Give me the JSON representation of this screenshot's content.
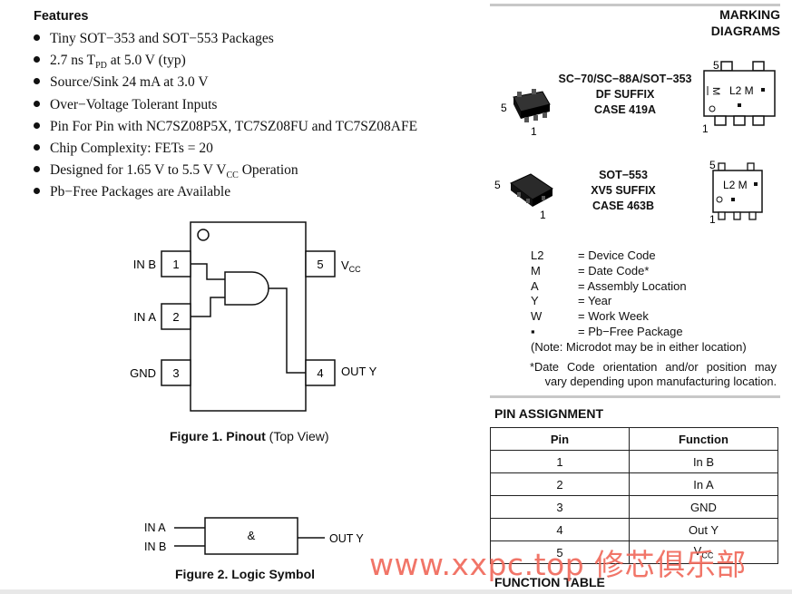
{
  "features": {
    "heading": "Features",
    "items": [
      [
        "Tiny SOT−353 and SOT−553 Packages",
        "",
        "",
        ""
      ],
      [
        "2.7 ns T",
        "PD",
        " at 5.0 V (typ)",
        ""
      ],
      [
        "Source/Sink 24 mA at 3.0 V",
        "",
        "",
        ""
      ],
      [
        "Over−Voltage Tolerant Inputs",
        "",
        "",
        ""
      ],
      [
        "Pin For Pin with NC7SZ08P5X, TC7SZ08FU and TC7SZ08AFE",
        "",
        "",
        ""
      ],
      [
        "Chip Complexity: FETs = 20",
        "",
        "",
        ""
      ],
      [
        "Designed for 1.65 V to 5.5 V V",
        "CC",
        " Operation",
        ""
      ],
      [
        "Pb−Free Packages are Available",
        "",
        "",
        ""
      ]
    ]
  },
  "pinout": {
    "pins": [
      {
        "num": "1",
        "name": "IN B"
      },
      {
        "num": "2",
        "name": "IN A"
      },
      {
        "num": "3",
        "name": "GND"
      },
      {
        "num": "4",
        "name": "OUT Y"
      },
      {
        "num": "5",
        "name_main": "V",
        "name_sub": "CC"
      }
    ],
    "caption_bold": "Figure 1. Pinout",
    "caption_rest": " (Top View)"
  },
  "logic_symbol": {
    "in_a": "IN A",
    "in_b": "IN B",
    "gate": "&",
    "out": "OUT Y",
    "caption": "Figure 2. Logic Symbol"
  },
  "marking": {
    "title_line1": "MARKING",
    "title_line2": "DIAGRAMS",
    "pkg1": {
      "line1": "SC−70/SC−88A/SOT−353",
      "line2": "DF SUFFIX",
      "line3": "CASE 419A",
      "pin5": "5",
      "pin1": "1",
      "mark": "L2 M",
      "diagram_pin5": "5",
      "diagram_pin1": "1",
      "vertical_mark": "M"
    },
    "pkg2": {
      "line1": "SOT−553",
      "line2": "XV5 SUFFIX",
      "line3": "CASE 463B",
      "pin5": "5",
      "pin1": "1",
      "mark": "L2 M",
      "diagram_pin5": "5",
      "diagram_pin1": "1"
    },
    "legend": [
      {
        "code": "L2",
        "desc": "= Device Code"
      },
      {
        "code": "M",
        "desc": "= Date Code*"
      },
      {
        "code": "A",
        "desc": "= Assembly Location"
      },
      {
        "code": "Y",
        "desc": "= Year"
      },
      {
        "code": "W",
        "desc": "= Work Week"
      },
      {
        "code": "▪",
        "desc": "= Pb−Free Package"
      }
    ],
    "note": "(Note: Microdot may be in either location)",
    "footnote_line1": "*Date Code orientation and/or position may",
    "footnote_line2": "vary depending upon manufacturing location."
  },
  "pin_assignment": {
    "title": "PIN ASSIGNMENT",
    "headers": [
      "Pin",
      "Function"
    ],
    "rows": [
      [
        "1",
        "In B"
      ],
      [
        "2",
        "In A"
      ],
      [
        "3",
        "GND"
      ],
      [
        "4",
        "Out Y"
      ],
      [
        "5",
        "V",
        "CC"
      ]
    ]
  },
  "function_table": {
    "title": "FUNCTION TABLE"
  },
  "watermark": "www.xxpc.top 修芯俱乐部"
}
